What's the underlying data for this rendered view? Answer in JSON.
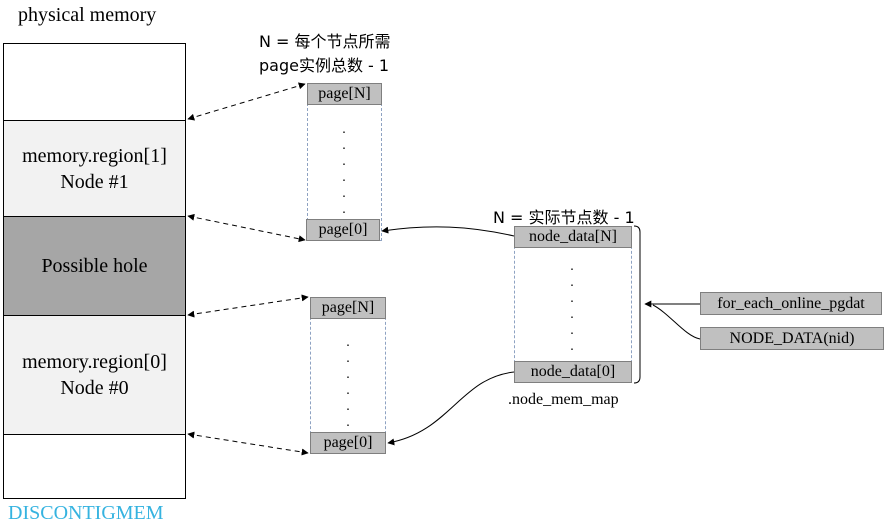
{
  "diagram": {
    "title": "physical memory",
    "footer_label": "DISCONTIGMEM",
    "footer_color": "#35b3e0",
    "memory_regions": [
      {
        "line1": "memory.region[1]",
        "line2": "Node #1"
      },
      {
        "line1": "Possible hole"
      },
      {
        "line1": "memory.region[0]",
        "line2": "Node #0"
      }
    ],
    "page_note_line1": "N = 每个节点所需",
    "page_note_line2": "page实例总数 - 1",
    "upper_pages": {
      "top": "page[N]",
      "bottom": "page[0]"
    },
    "lower_pages": {
      "top": "page[N]",
      "bottom": "page[0]"
    },
    "node_note": "N = 实际节点数 - 1",
    "node_data": {
      "top": "node_data[N]",
      "bottom": "node_data[0]"
    },
    "node_mem_map": ".node_mem_map",
    "accessors": [
      "for_each_online_pgdat",
      "NODE_DATA(nid)"
    ],
    "dots": "."
  }
}
